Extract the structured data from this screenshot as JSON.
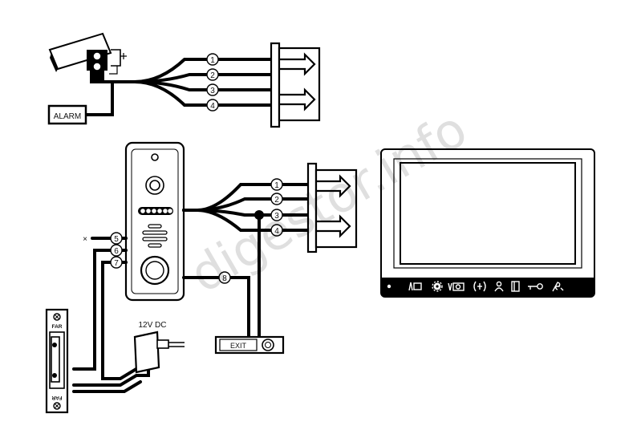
{
  "watermark": "digestor.info",
  "camera": {
    "alarm_label": "ALARM",
    "wires": [
      "1",
      "2",
      "3",
      "4"
    ]
  },
  "door_panel": {
    "wires": [
      "1",
      "2",
      "3",
      "4"
    ],
    "lock_wires": [
      "5",
      "6",
      "7"
    ],
    "unused_marker": "×",
    "exit_wire": "8"
  },
  "power_supply": {
    "label": "12V DC"
  },
  "exit_button": {
    "label": "EXIT"
  },
  "lock": {
    "mark_top": "FAR",
    "mark_bottom": "FAR"
  },
  "monitor": {
    "buttons": [
      {
        "name": "status-led",
        "icon": "dot-icon"
      },
      {
        "name": "intercom",
        "icon": "intercom-icon"
      },
      {
        "name": "settings",
        "icon": "gear-icon"
      },
      {
        "name": "video-camera",
        "icon": "camera-icon"
      },
      {
        "name": "monitor-view",
        "icon": "broadcast-icon"
      },
      {
        "name": "user",
        "icon": "user-icon"
      },
      {
        "name": "door",
        "icon": "door-icon"
      },
      {
        "name": "unlock",
        "icon": "key-icon"
      },
      {
        "name": "call",
        "icon": "handset-icon"
      }
    ]
  }
}
